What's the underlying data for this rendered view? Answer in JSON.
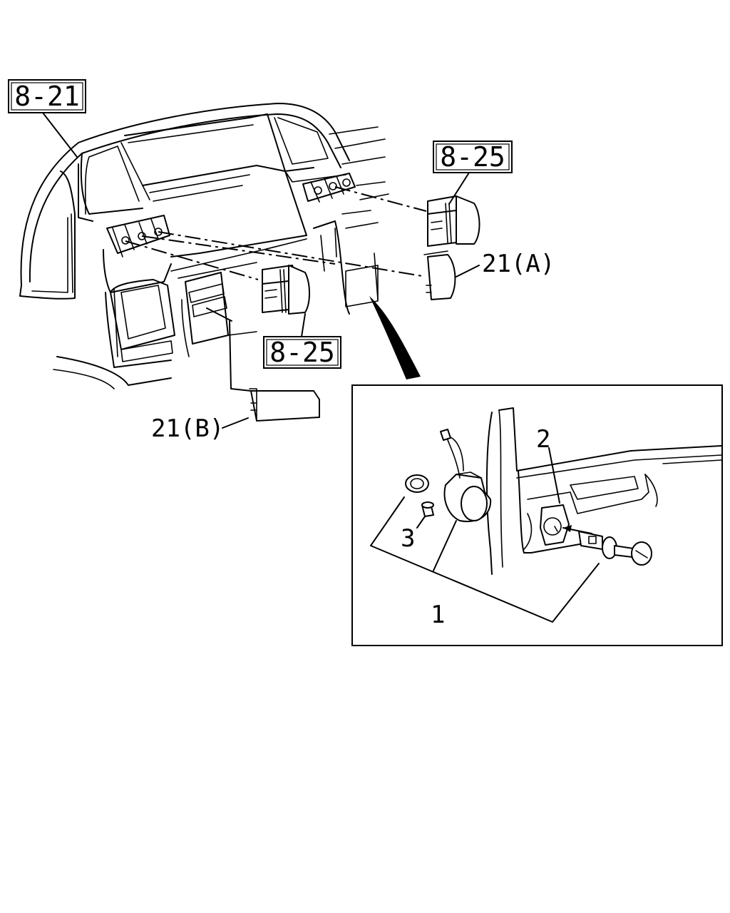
{
  "refs": {
    "r821": "8-21",
    "r825_top": "8-25",
    "r825_mid": "8-25"
  },
  "callouts": {
    "c21a": "21(A)",
    "c21b": "21(B)",
    "n1": "1",
    "n2": "2",
    "n3": "3"
  }
}
